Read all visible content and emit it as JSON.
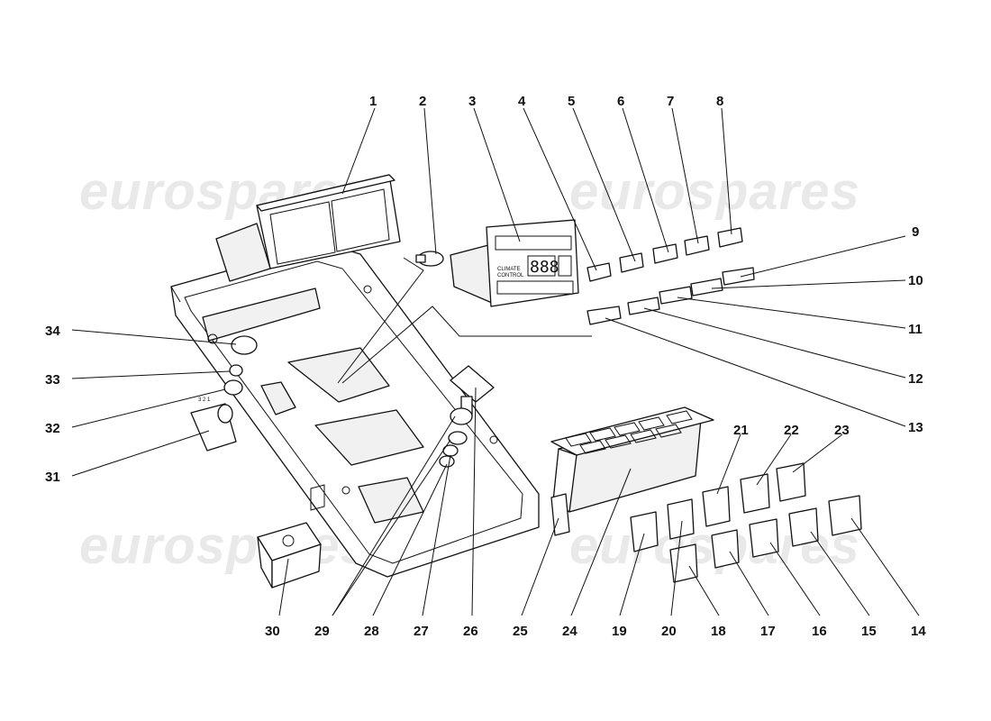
{
  "watermark": {
    "text": "eurospares"
  },
  "panel": {
    "labels": {
      "climate": "CLIMATE",
      "control": "CONTROL",
      "display": "888"
    }
  },
  "selector": {
    "positions": "3 2 1"
  },
  "callouts": [
    "1",
    "2",
    "3",
    "4",
    "5",
    "6",
    "7",
    "8",
    "9",
    "10",
    "11",
    "12",
    "13",
    "14",
    "15",
    "16",
    "17",
    "18",
    "19",
    "20",
    "21",
    "22",
    "23",
    "24",
    "25",
    "26",
    "27",
    "28",
    "29",
    "30",
    "31",
    "32",
    "33",
    "34"
  ]
}
